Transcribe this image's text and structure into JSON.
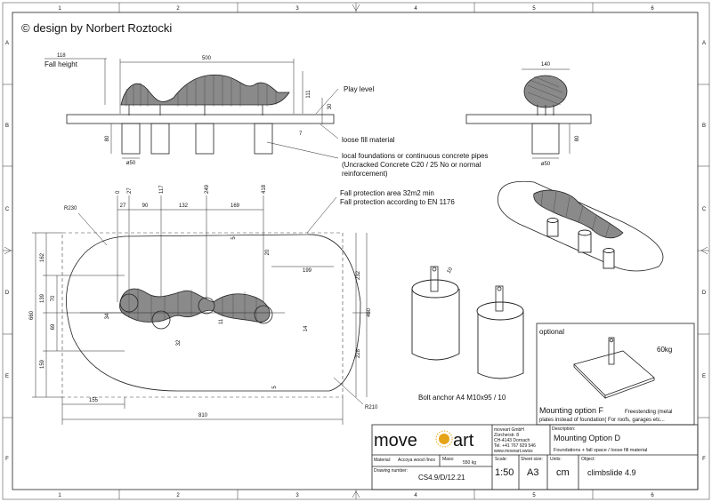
{
  "header": {
    "copyright": "© design by Norbert Roztocki"
  },
  "border": {
    "columns": [
      "1",
      "2",
      "3",
      "4",
      "5",
      "6"
    ],
    "rows": [
      "A",
      "B",
      "C",
      "D",
      "E",
      "F"
    ]
  },
  "elevation": {
    "fall_height_value": "118",
    "fall_height_label": "Fall height",
    "length": "500",
    "height": "111",
    "base": "30",
    "play_level_label": "Play level",
    "gap": "7",
    "foundation_depth": "80",
    "foundation_dia": "ø50",
    "loose_fill_label": "loose fill material",
    "foundations_note": [
      "local foundations or continuous concrete pipes",
      "(Uncracked Concrete C20 / 25 No or normal",
      "reinforcement)"
    ]
  },
  "side_view": {
    "width": "140",
    "depth": "80",
    "foundation_dia": "ø50"
  },
  "plan": {
    "radius_top": "R230",
    "radius_bottom": "R210",
    "top_dims_cumulative": [
      "0",
      "27",
      "117",
      "249",
      "418"
    ],
    "top_dims_segments": [
      "27",
      "90",
      "132",
      "169"
    ],
    "fall_area_note": [
      "Fall protection area 32m2 min",
      "Fall protection according to EN 1176"
    ],
    "left_dims": [
      "162",
      "139",
      "70",
      "69",
      "159"
    ],
    "overall_height": "660",
    "small_dims": [
      "34",
      "32",
      "11",
      "14",
      "20",
      "5",
      "5"
    ],
    "right_dims": [
      "232",
      "228"
    ],
    "right_overall": "460",
    "offset_199": "199",
    "bottom_155": "155",
    "bottom_810": "810"
  },
  "anchor": {
    "dim_10": "10",
    "label": "Bolt anchor A4 M10x95 / 10"
  },
  "optional_box": {
    "title": "optional",
    "weight": "60kg",
    "mounting_title": "Mounting option F",
    "mounting_sub": "Freestending (metal",
    "mounting_note": "plates instead of foundation( For roofs, garages etc..."
  },
  "title_block": {
    "logo_left": "move",
    "logo_right": "art",
    "company": [
      "moveart GmbH",
      "Zürcherstr. 8",
      "CH-4143 Dornach",
      "Tel. +41 767 929 546",
      "www.moveart.swiss"
    ],
    "description_label": "Description:",
    "description": "Mounting Option D",
    "description_sub": "Foundations + fall space / loose fill material",
    "material_label": "Material:",
    "material": "Accoya wood /Inox",
    "mass_label": "Mass:",
    "mass": "550 kg",
    "scale_label": "Scale:",
    "scale": "1:50",
    "sheet_label": "Sheet size:",
    "sheet": "A3",
    "units_label": "Units:",
    "units": "cm",
    "object_label": "Object:",
    "object": "climbslide 4.9",
    "drawing_label": "Drawing number:",
    "drawing": "CS4.9/D/12.21"
  }
}
